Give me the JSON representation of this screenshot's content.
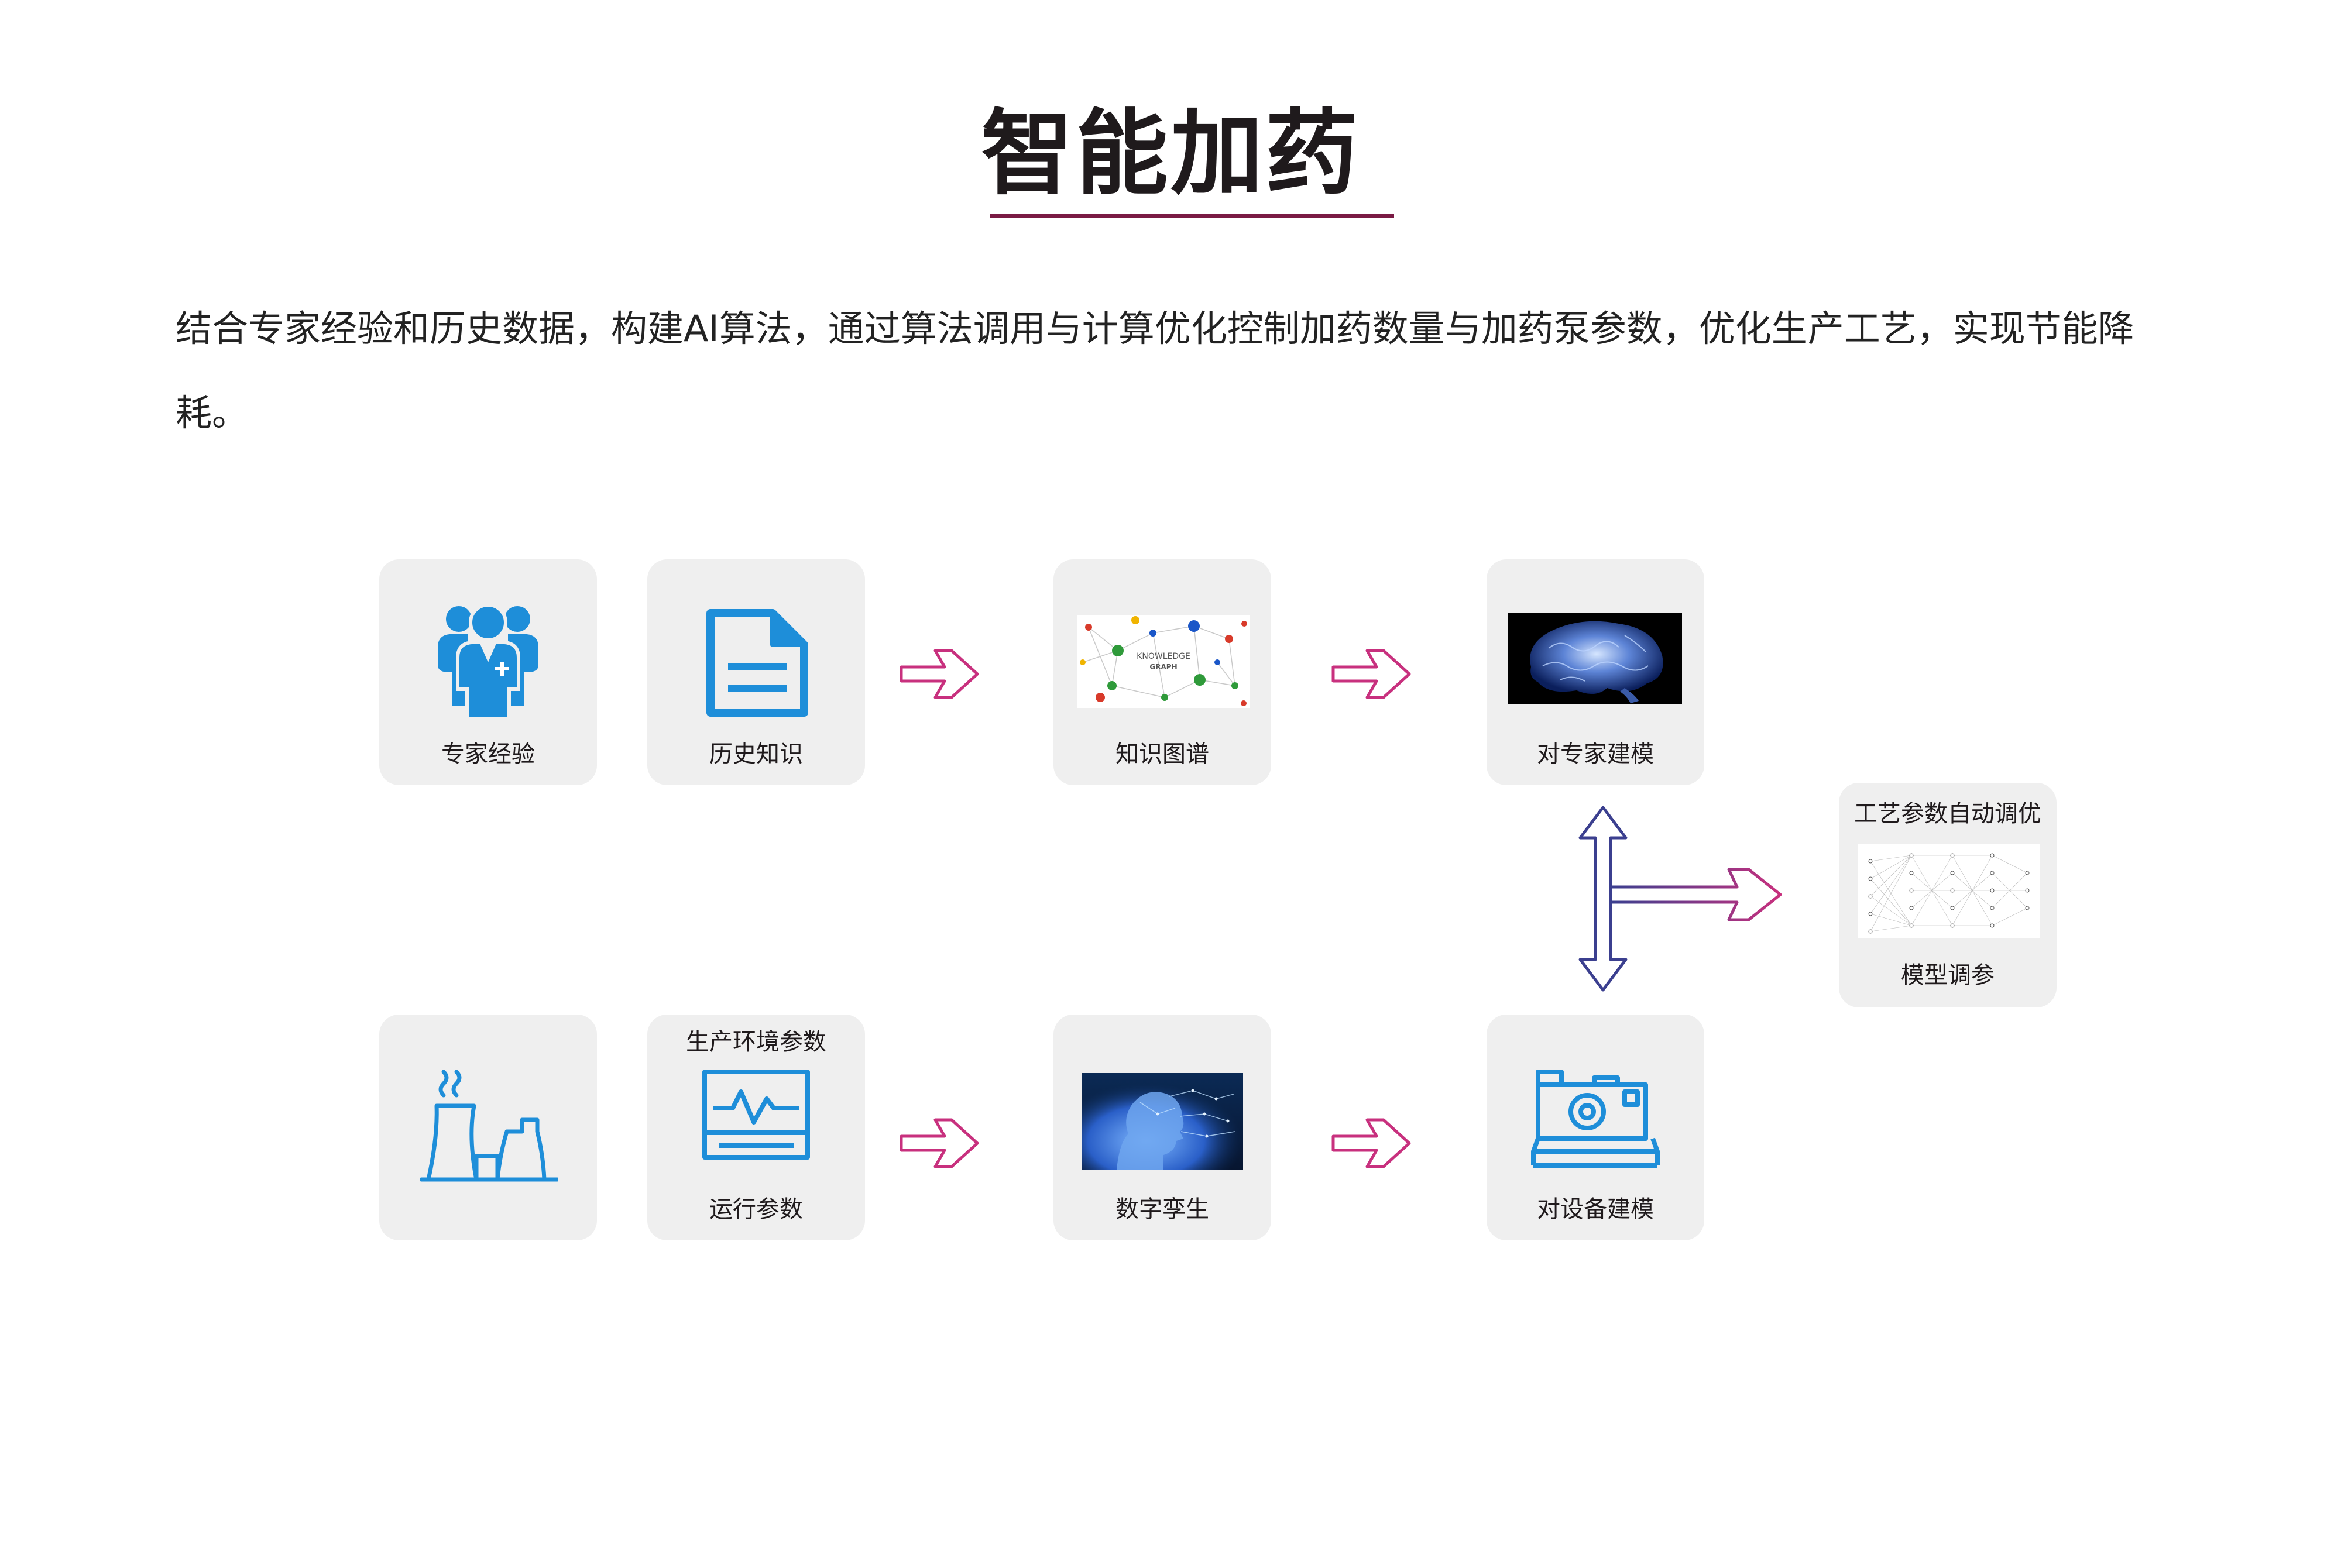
{
  "title": "智能加药",
  "intro": "结合专家经验和历史数据，构建AI算法，通过算法调用与计算优化控制加药数量与加药泵参数，优化生产工艺，实现节能降耗。",
  "colors": {
    "accent": "#7a1a44",
    "icon_blue": "#1e8ed9",
    "arrow_pink": "#c8307e",
    "arrow_navy": "#3b3f8f",
    "card_bg": "#efefef"
  },
  "cards": {
    "expert_experience": {
      "label": "专家经验",
      "icon": "experts-icon"
    },
    "history_knowledge": {
      "label": "历史知识",
      "icon": "document-icon"
    },
    "knowledge_graph": {
      "label": "知识图谱",
      "image_text_top": "KNOWLEDGE",
      "image_text_bottom": "GRAPH"
    },
    "expert_model": {
      "label": "对专家建模",
      "image": "brain"
    },
    "plant": {
      "label": "",
      "icon": "factory-icon"
    },
    "run_params": {
      "top_label": "生产环境参数",
      "label": "运行参数",
      "icon": "monitor-icon"
    },
    "digital_twin": {
      "label": "数字孪生",
      "image": "digital-head"
    },
    "equipment_model": {
      "label": "对设备建模",
      "icon": "equipment-icon"
    },
    "tuning": {
      "top_label": "工艺参数自动调优",
      "label": "模型调参",
      "image": "neural-network"
    }
  }
}
